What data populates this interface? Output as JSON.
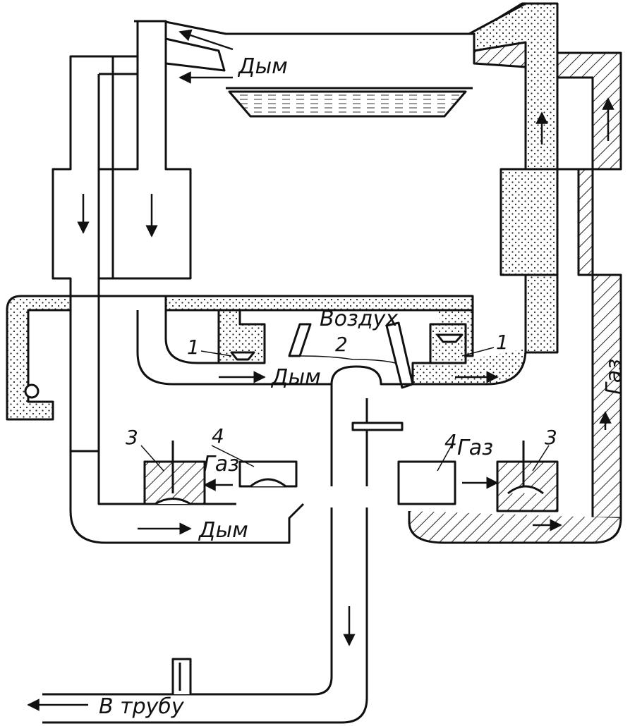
{
  "labels": {
    "smoke_top": "Дым",
    "air": "Воздух",
    "smoke_middle": "Дым",
    "gas_left": "Газ",
    "gas_right": "Газ",
    "gas_vertical": "Газ",
    "smoke_bottom": "Дым",
    "to_chimney": "В трубу"
  },
  "markers": {
    "one_left": "1",
    "one_right": "1",
    "two": "2",
    "three_left": "3",
    "three_right": "3",
    "four_left": "4",
    "four_right": "4"
  }
}
